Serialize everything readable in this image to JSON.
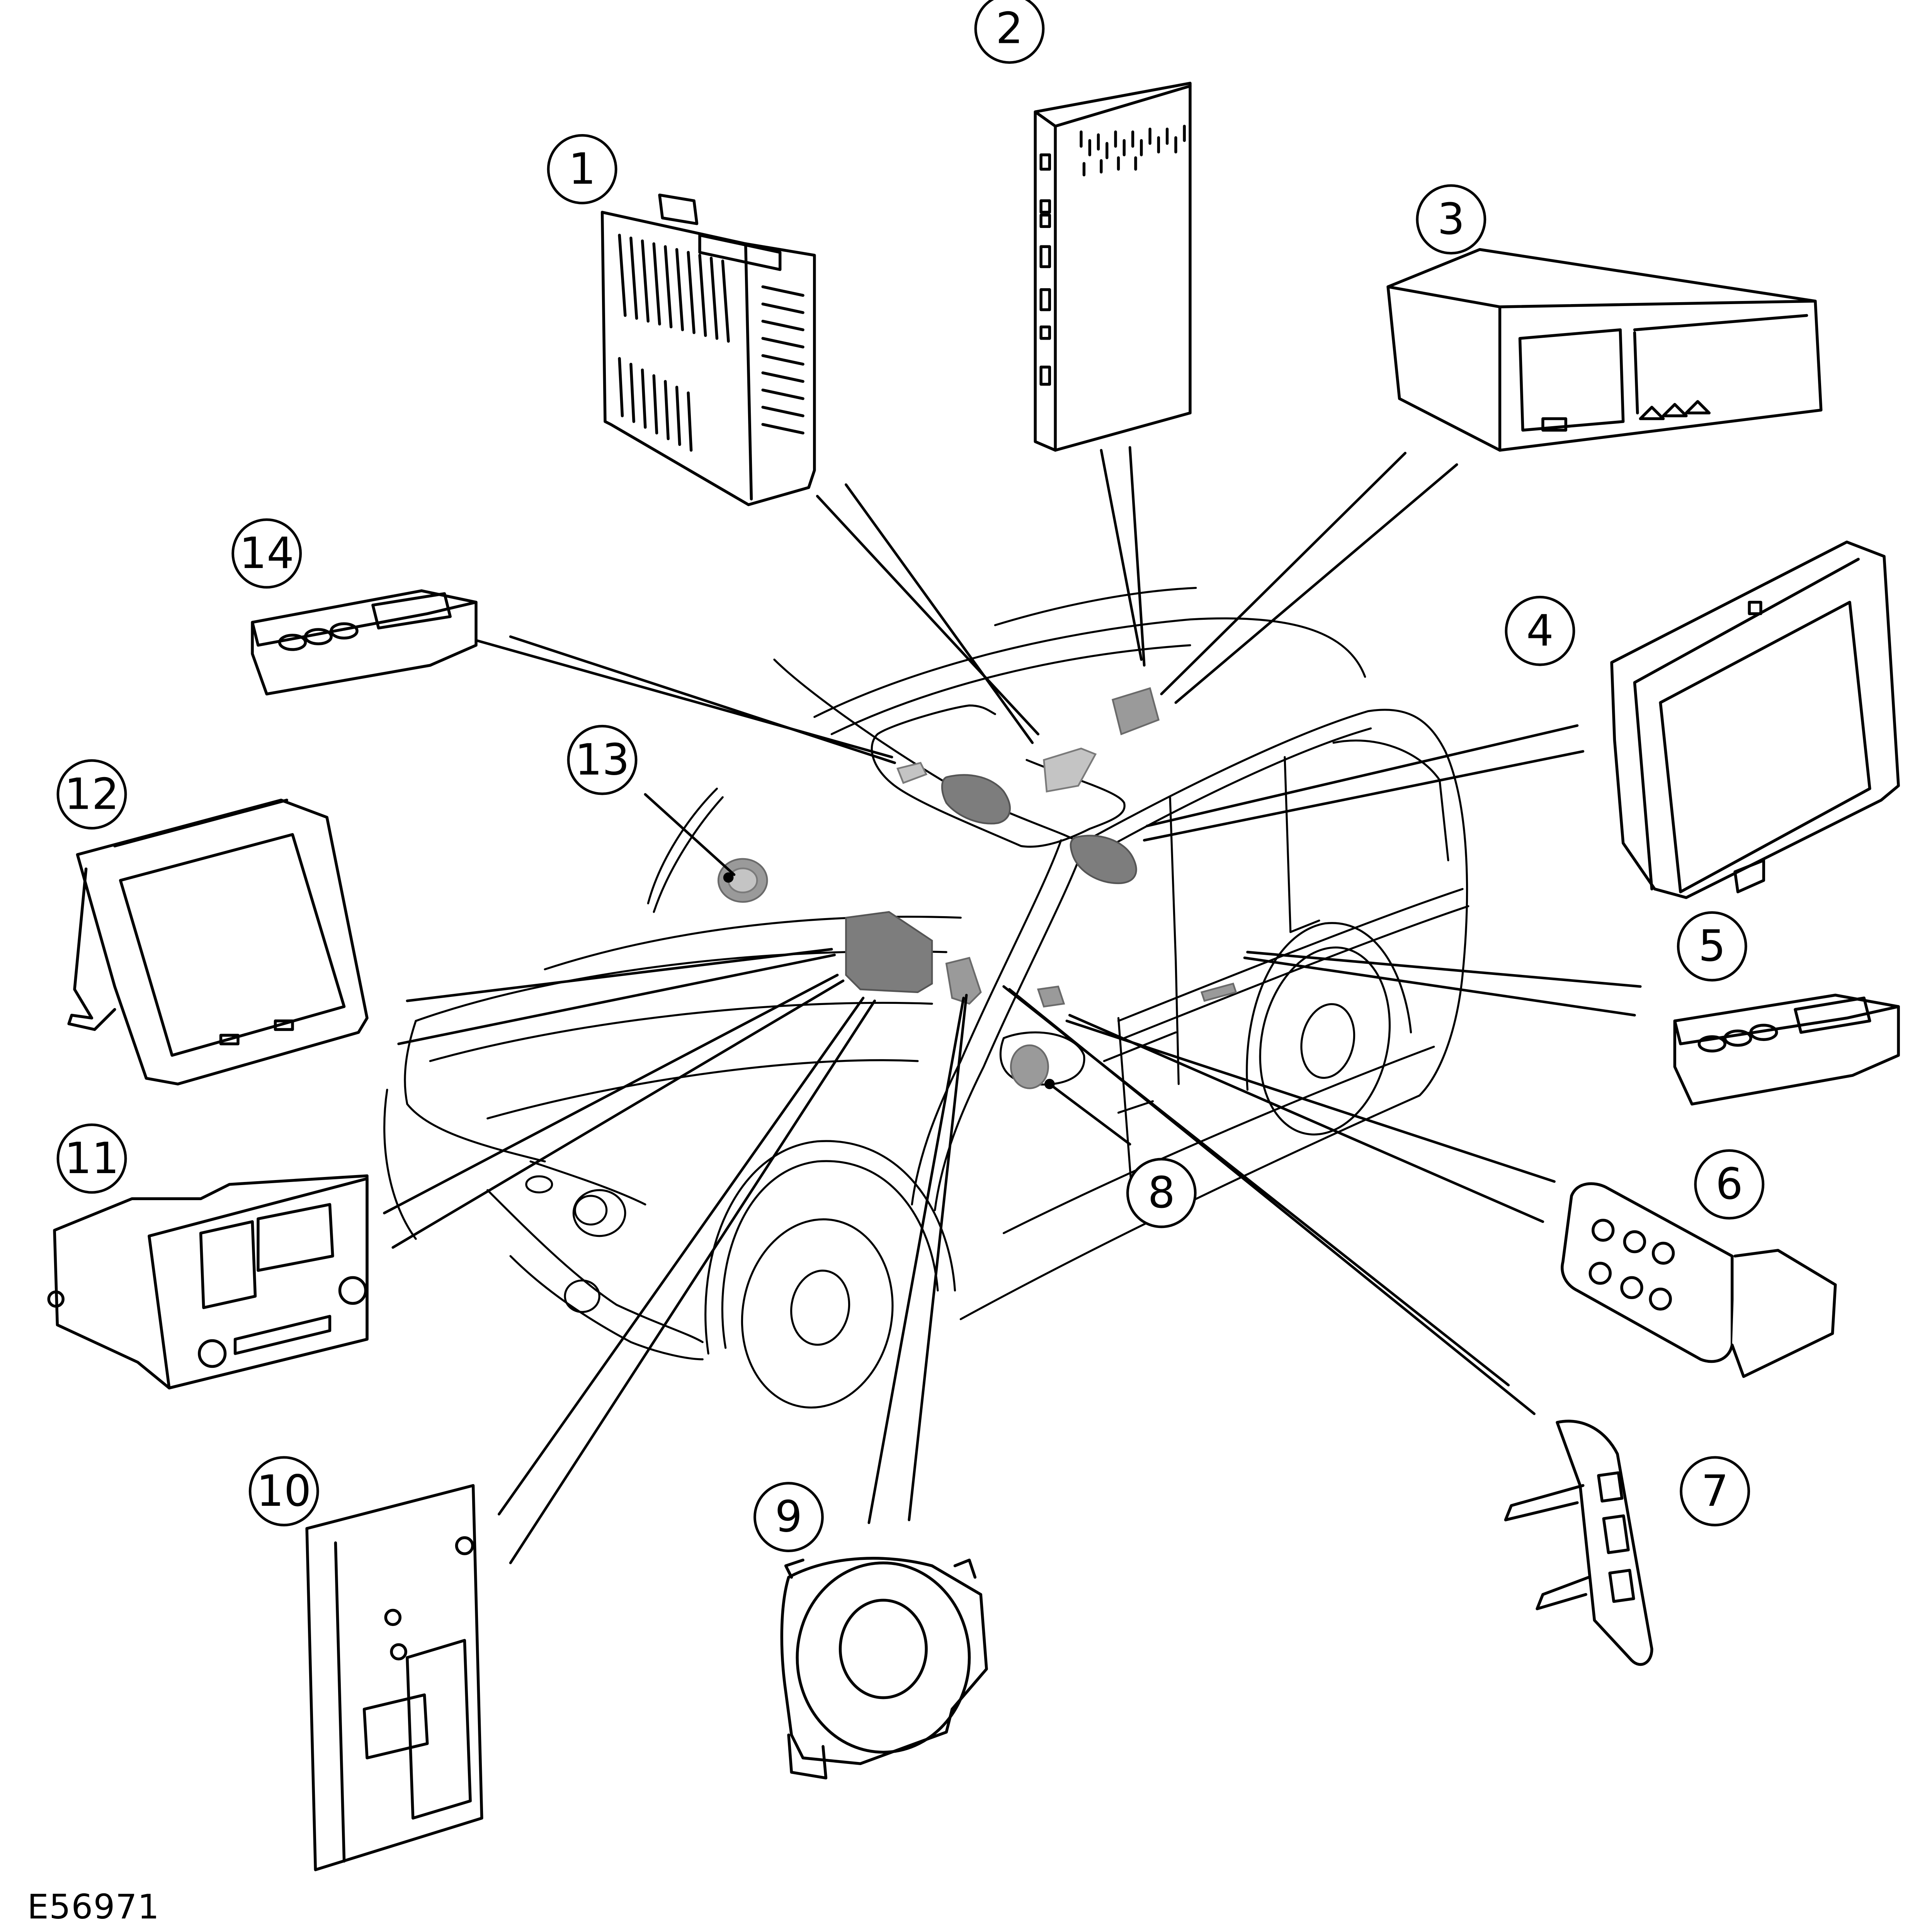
{
  "figure": {
    "id": "E56971"
  },
  "callouts": [
    {
      "number": "1"
    },
    {
      "number": "2"
    },
    {
      "number": "3"
    },
    {
      "number": "4"
    },
    {
      "number": "5"
    },
    {
      "number": "6"
    },
    {
      "number": "7"
    },
    {
      "number": "8"
    },
    {
      "number": "9"
    },
    {
      "number": "10"
    },
    {
      "number": "11"
    },
    {
      "number": "12"
    },
    {
      "number": "13"
    },
    {
      "number": "14"
    }
  ],
  "colors": {
    "line": "#000000",
    "highlight_part": "#9a9a9a",
    "background": "#ffffff"
  }
}
